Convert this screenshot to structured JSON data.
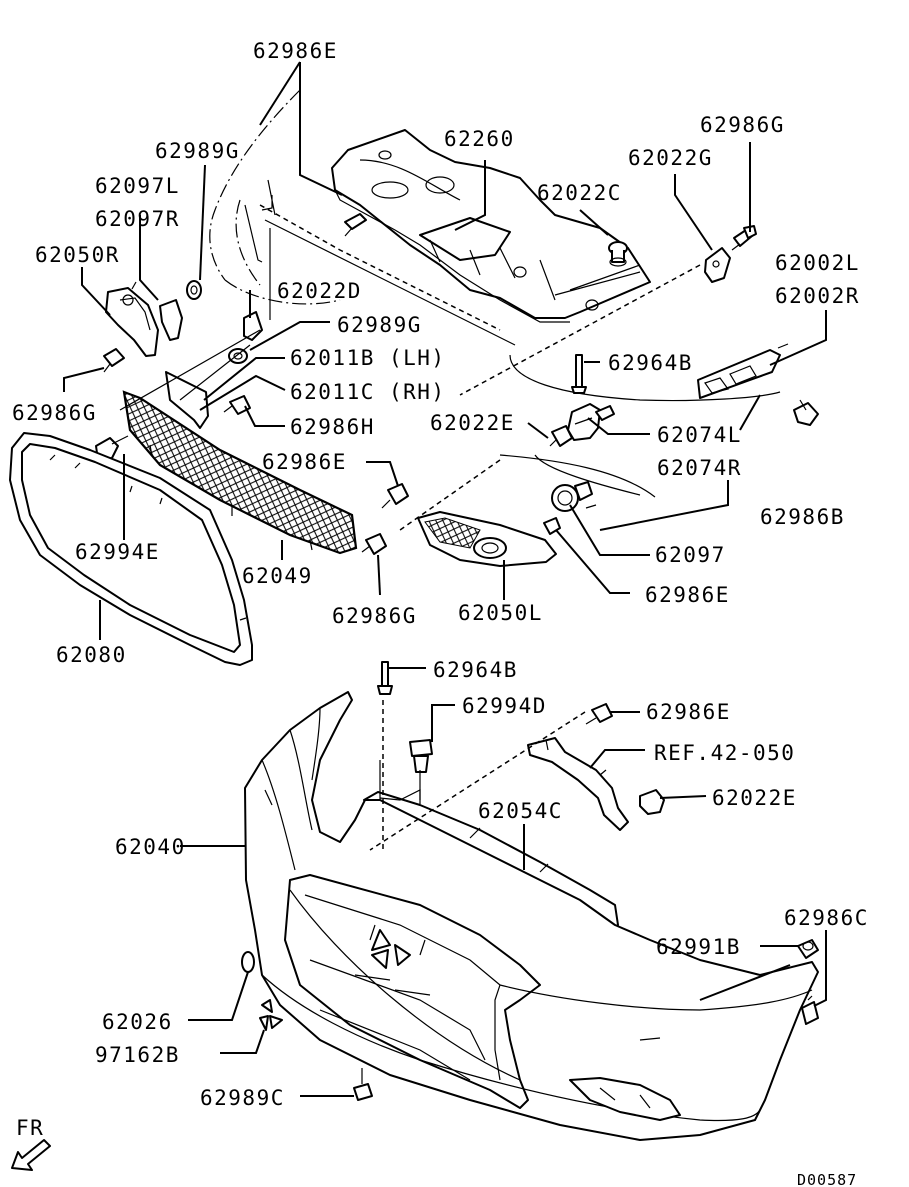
{
  "labels": {
    "p62986E_top": "62986E",
    "p62989G_top": "62989G",
    "p62260": "62260",
    "p62986G_tr": "62986G",
    "p62022G": "62022G",
    "p62022C": "62022C",
    "p62097L": "62097L",
    "p62097R": "62097R",
    "p62050R": "62050R",
    "p62002L": "62002L",
    "p62002R": "62002R",
    "p62022D": "62022D",
    "p62989G_mid": "62989G",
    "p62011B": "62011B (LH)",
    "p62011C": "62011C (RH)",
    "p62964B_top": "62964B",
    "p62986G_left": "62986G",
    "p62986H": "62986H",
    "p62022E_mid": "62022E",
    "p62074L": "62074L",
    "p62074R": "62074R",
    "p62986E_mid": "62986E",
    "p62986B": "62986B",
    "p62994E": "62994E",
    "p62049": "62049",
    "p62097": "62097",
    "p62986E_right": "62986E",
    "p62986G_bot": "62986G",
    "p62050L": "62050L",
    "p62080": "62080",
    "p62964B_bot": "62964B",
    "p62994D": "62994D",
    "p62986E_low": "62986E",
    "ref42050": "REF.42-050",
    "p62022E_low": "62022E",
    "p62054C": "62054C",
    "p62040": "62040",
    "p62986C": "62986C",
    "p62991B": "62991B",
    "p62026": "62026",
    "p97162B": "97162B",
    "p62989C": "62989C",
    "fr": "FR",
    "code": "D00587"
  }
}
